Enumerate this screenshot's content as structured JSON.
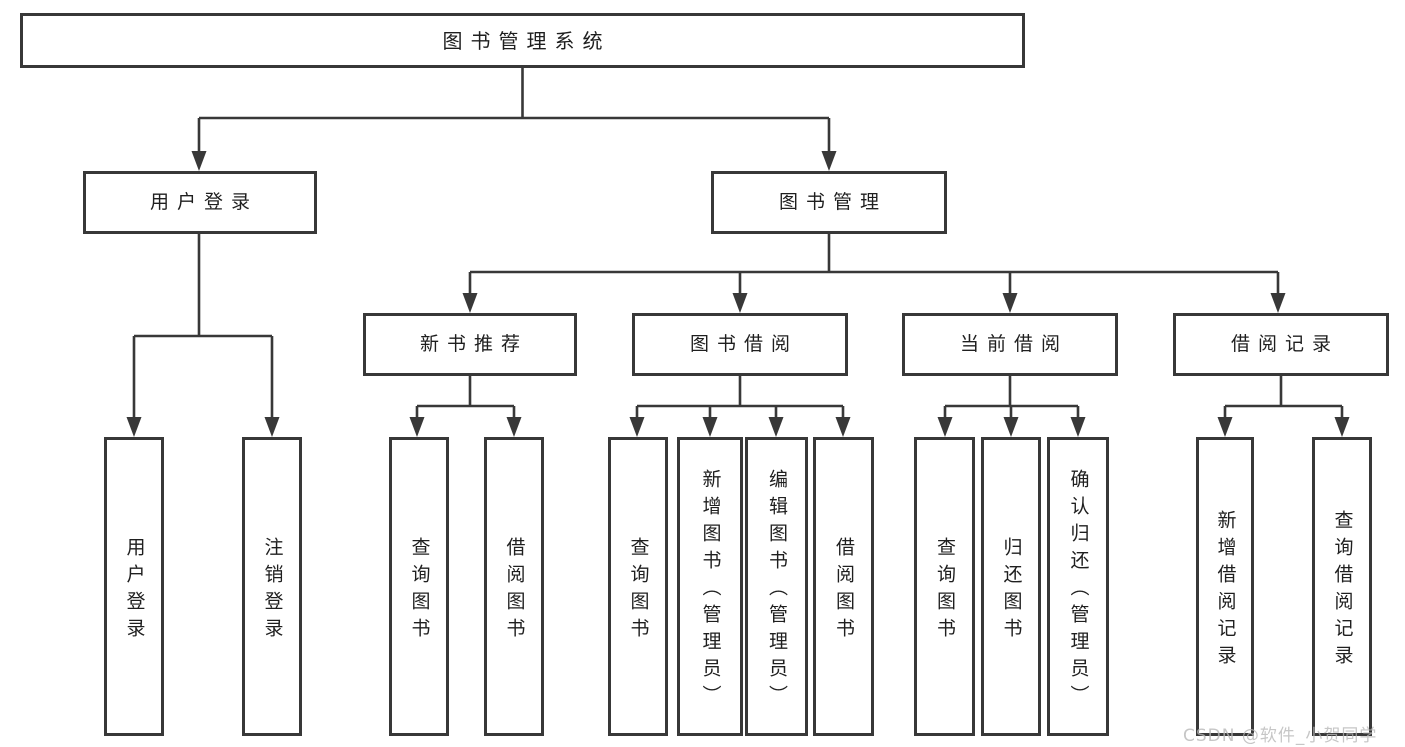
{
  "tree": {
    "root": {
      "label": "图书管理系统"
    },
    "level2": [
      {
        "label": "用户登录",
        "children": [
          {
            "label": "用户登录"
          },
          {
            "label": "注销登录"
          }
        ]
      },
      {
        "label": "图书管理",
        "children": [
          {
            "label": "新书推荐",
            "children": [
              {
                "label": "查询图书"
              },
              {
                "label": "借阅图书"
              }
            ]
          },
          {
            "label": "图书借阅",
            "children": [
              {
                "label": "查询图书"
              },
              {
                "label": "新增图书（管理员）"
              },
              {
                "label": "编辑图书（管理员）"
              },
              {
                "label": "借阅图书"
              }
            ]
          },
          {
            "label": "当前借阅",
            "children": [
              {
                "label": "查询图书"
              },
              {
                "label": "归还图书"
              },
              {
                "label": "确认归还（管理员）"
              }
            ]
          },
          {
            "label": "借阅记录",
            "children": [
              {
                "label": "新增借阅记录"
              },
              {
                "label": "查询借阅记录"
              }
            ]
          }
        ]
      }
    ]
  },
  "watermark": "CSDN @软件_小贺同学",
  "colors": {
    "line": "#383838",
    "text": "#1f1f1f",
    "background": "#ffffff",
    "watermark": "#b7b7b7"
  }
}
